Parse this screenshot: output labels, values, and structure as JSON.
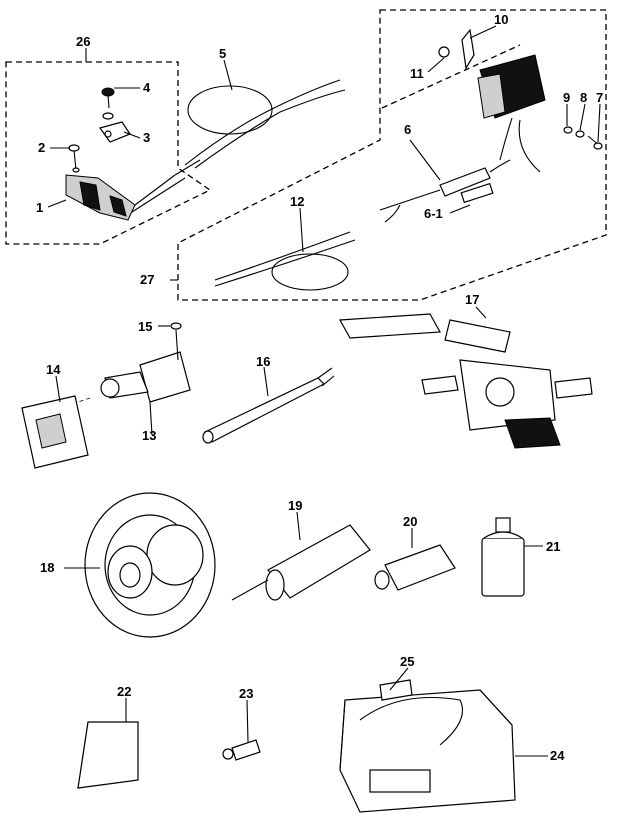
{
  "labels": {
    "l1": "1",
    "l2": "2",
    "l3": "3",
    "l4": "4",
    "l5": "5",
    "l6": "6",
    "l6_1": "6-1",
    "l7": "7",
    "l8": "8",
    "l9": "9",
    "l10": "10",
    "l11": "11",
    "l12": "12",
    "l13": "13",
    "l14": "14",
    "l15": "15",
    "l16": "16",
    "l17": "17",
    "l18": "18",
    "l19": "19",
    "l20": "20",
    "l21": "21",
    "l22": "22",
    "l23": "23",
    "l24": "24",
    "l25": "25",
    "l26": "26",
    "l27": "27"
  }
}
